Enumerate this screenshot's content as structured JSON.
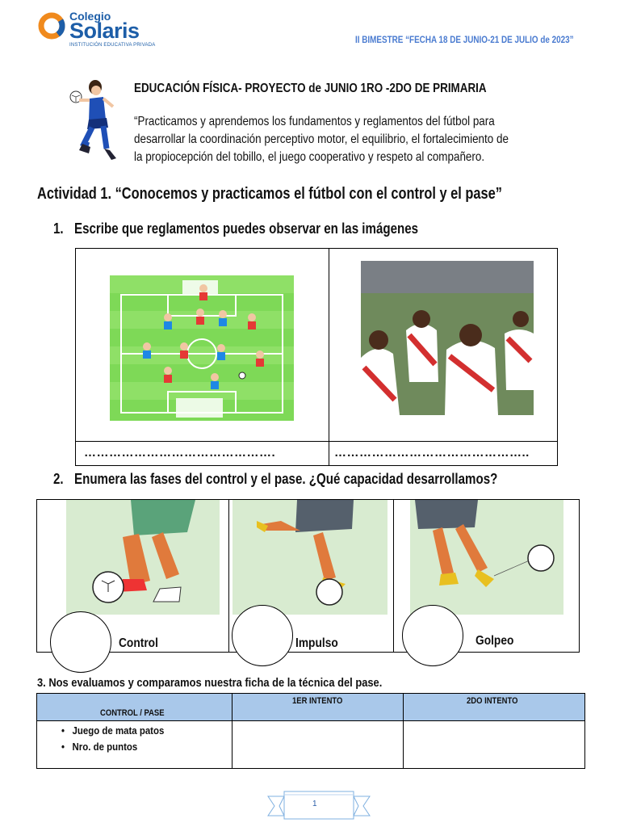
{
  "header": {
    "logo_top": "Colegio",
    "logo_main": "Solaris",
    "logo_sub": "INSTITUCIÓN EDUCATIVA PRIVADA",
    "bimestre": "II BIMESTRE “FECHA 18 DE JUNIO-21 DE JULIO de 2023”"
  },
  "intro": {
    "subject": "EDUCACIÓN FÍSICA- PROYECTO de JUNIO 1RO -2DO DE PRIMARIA",
    "quote_lines": [
      "“Practicamos y aprendemos los fundamentos y reglamentos del fútbol para",
      "desarrollar la coordinación perceptivo motor, el equilibrio, el fortalecimiento de",
      "la propiocepción del tobillo, el juego cooperativo y respeto al compañero."
    ]
  },
  "activity_title": "Actividad 1. “Conocemos y practicamos el fútbol con el control y el pase”",
  "question1": {
    "number": "1.",
    "text": "Escribe que reglamentos puedes observar en las imágenes"
  },
  "answer_lines": {
    "left": "……………………………………….",
    "right": "……………………………………….."
  },
  "question2": {
    "number": "2.",
    "text": "Enumera las fases del control y el pase. ¿Qué capacidad desarrollamos?"
  },
  "phases": [
    "Control",
    "Impulso",
    "Golpeo"
  ],
  "question3": "3. Nos evaluamos  y comparamos nuestra ficha de la técnica del pase.",
  "eval_table": {
    "headers": [
      "CONTROL / PASE",
      "1ER  INTENTO",
      "2DO  INTENTO"
    ],
    "items": [
      "Juego de mata patos",
      "Nro. de puntos"
    ]
  },
  "page_number": "1",
  "colors": {
    "brand": "#1d5ea8",
    "header_blue": "#4a7bd0",
    "table_header": "#a9c8ea"
  }
}
